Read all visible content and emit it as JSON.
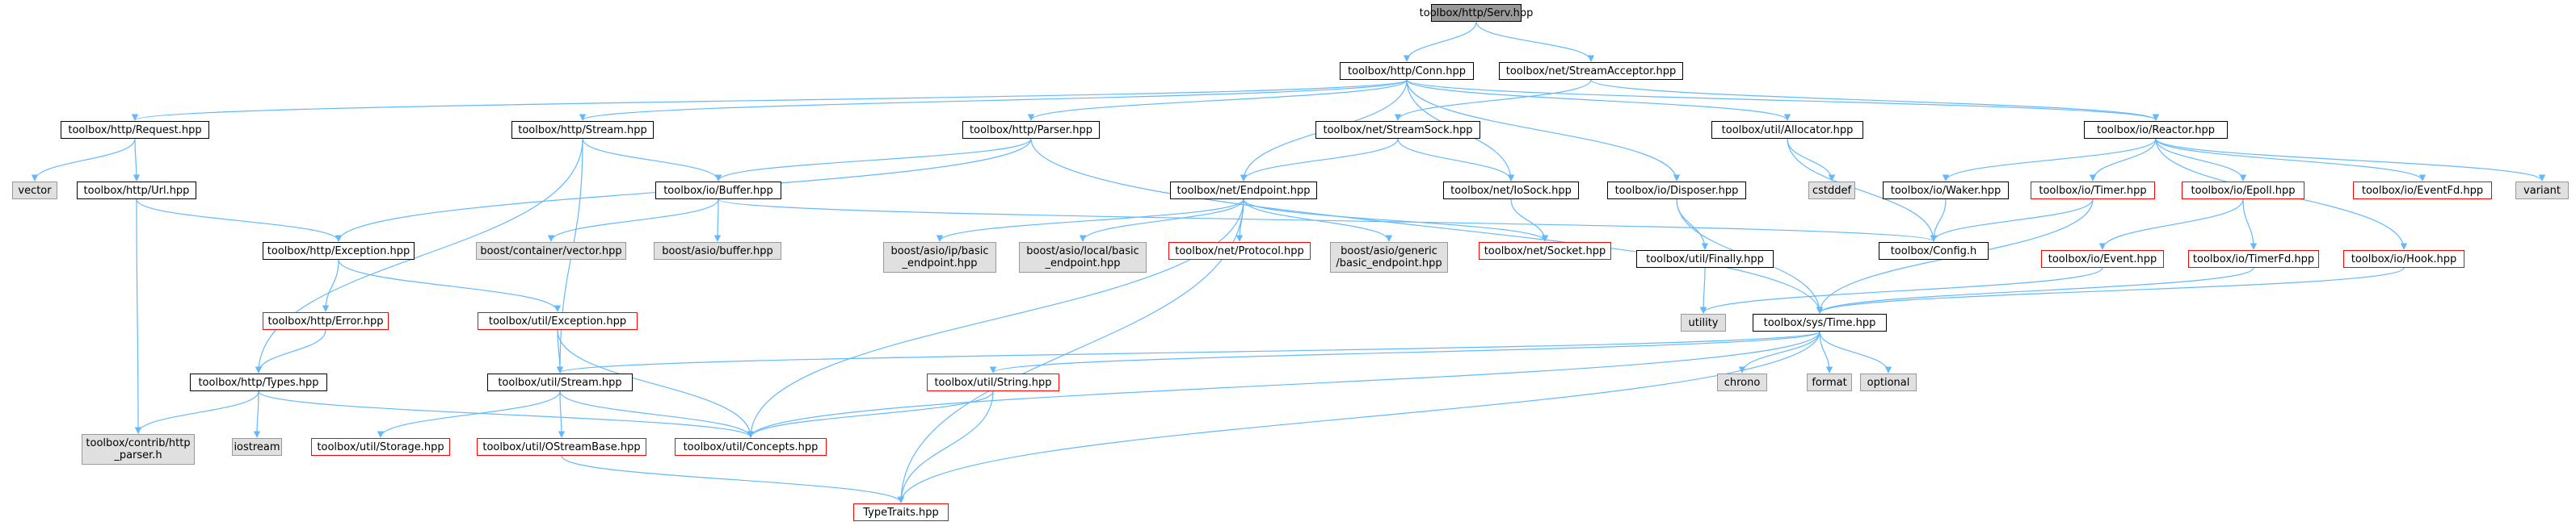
{
  "colors": {
    "edge": "#63b8ff",
    "root_fill": "#999999",
    "external_fill": "#e0e0e0",
    "external_border": "#999999",
    "truncated_border": "#ff0000"
  },
  "nodes": [
    {
      "id": "serv",
      "label": "toolbox/http/Serv.hpp",
      "kind": "root"
    },
    {
      "id": "conn",
      "label": "toolbox/http/Conn.hpp",
      "kind": "normal"
    },
    {
      "id": "sacc",
      "label": "toolbox/net/StreamAcceptor.hpp",
      "kind": "normal"
    },
    {
      "id": "req",
      "label": "toolbox/http/Request.hpp",
      "kind": "normal"
    },
    {
      "id": "hstream",
      "label": "toolbox/http/Stream.hpp",
      "kind": "normal"
    },
    {
      "id": "parser",
      "label": "toolbox/http/Parser.hpp",
      "kind": "normal"
    },
    {
      "id": "ssock",
      "label": "toolbox/net/StreamSock.hpp",
      "kind": "normal"
    },
    {
      "id": "alloc",
      "label": "toolbox/util/Allocator.hpp",
      "kind": "normal"
    },
    {
      "id": "reactor",
      "label": "toolbox/io/Reactor.hpp",
      "kind": "normal"
    },
    {
      "id": "vector",
      "label": "vector",
      "kind": "external"
    },
    {
      "id": "url",
      "label": "toolbox/http/Url.hpp",
      "kind": "normal"
    },
    {
      "id": "buffer",
      "label": "toolbox/io/Buffer.hpp",
      "kind": "normal"
    },
    {
      "id": "endpoint",
      "label": "toolbox/net/Endpoint.hpp",
      "kind": "normal"
    },
    {
      "id": "iosock",
      "label": "toolbox/net/IoSock.hpp",
      "kind": "normal"
    },
    {
      "id": "disposer",
      "label": "toolbox/io/Disposer.hpp",
      "kind": "normal"
    },
    {
      "id": "cstddef",
      "label": "cstddef",
      "kind": "external"
    },
    {
      "id": "waker",
      "label": "toolbox/io/Waker.hpp",
      "kind": "normal"
    },
    {
      "id": "timer",
      "label": "toolbox/io/Timer.hpp",
      "kind": "truncated"
    },
    {
      "id": "epoll",
      "label": "toolbox/io/Epoll.hpp",
      "kind": "truncated"
    },
    {
      "id": "eventfd",
      "label": "toolbox/io/EventFd.hpp",
      "kind": "truncated"
    },
    {
      "id": "variant",
      "label": "variant",
      "kind": "external"
    },
    {
      "id": "hexc",
      "label": "toolbox/http/Exception.hpp",
      "kind": "normal"
    },
    {
      "id": "bcvec",
      "label": "boost/container/vector.hpp",
      "kind": "external"
    },
    {
      "id": "babuf",
      "label": "boost/asio/buffer.hpp",
      "kind": "external"
    },
    {
      "id": "baip",
      "label": "boost/asio/ip/basic\n_endpoint.hpp",
      "kind": "external"
    },
    {
      "id": "balocal",
      "label": "boost/asio/local/basic\n_endpoint.hpp",
      "kind": "external"
    },
    {
      "id": "protocol",
      "label": "toolbox/net/Protocol.hpp",
      "kind": "truncated"
    },
    {
      "id": "bagen",
      "label": "boost/asio/generic\n/basic_endpoint.hpp",
      "kind": "external"
    },
    {
      "id": "socket",
      "label": "toolbox/net/Socket.hpp",
      "kind": "truncated"
    },
    {
      "id": "finally",
      "label": "toolbox/util/Finally.hpp",
      "kind": "normal"
    },
    {
      "id": "config",
      "label": "toolbox/Config.h",
      "kind": "normal"
    },
    {
      "id": "event",
      "label": "toolbox/io/Event.hpp",
      "kind": "truncated"
    },
    {
      "id": "timerfd",
      "label": "toolbox/io/TimerFd.hpp",
      "kind": "truncated"
    },
    {
      "id": "hook",
      "label": "toolbox/io/Hook.hpp",
      "kind": "truncated"
    },
    {
      "id": "herr",
      "label": "toolbox/http/Error.hpp",
      "kind": "truncated"
    },
    {
      "id": "uexc",
      "label": "toolbox/util/Exception.hpp",
      "kind": "truncated"
    },
    {
      "id": "utility",
      "label": "utility",
      "kind": "external"
    },
    {
      "id": "time",
      "label": "toolbox/sys/Time.hpp",
      "kind": "normal"
    },
    {
      "id": "types",
      "label": "toolbox/http/Types.hpp",
      "kind": "normal"
    },
    {
      "id": "ustream",
      "label": "toolbox/util/Stream.hpp",
      "kind": "normal"
    },
    {
      "id": "ustring",
      "label": "toolbox/util/String.hpp",
      "kind": "truncated"
    },
    {
      "id": "chrono",
      "label": "chrono",
      "kind": "external"
    },
    {
      "id": "format",
      "label": "format",
      "kind": "external"
    },
    {
      "id": "optional",
      "label": "optional",
      "kind": "external"
    },
    {
      "id": "hparser",
      "label": "toolbox/contrib/http\n_parser.h",
      "kind": "external"
    },
    {
      "id": "iostream",
      "label": "iostream",
      "kind": "external"
    },
    {
      "id": "storage",
      "label": "toolbox/util/Storage.hpp",
      "kind": "truncated"
    },
    {
      "id": "osb",
      "label": "toolbox/util/OStreamBase.hpp",
      "kind": "truncated"
    },
    {
      "id": "concepts",
      "label": "toolbox/util/Concepts.hpp",
      "kind": "truncated"
    },
    {
      "id": "traits",
      "label": "TypeTraits.hpp",
      "kind": "truncated"
    }
  ],
  "edges": [
    [
      "serv",
      "conn"
    ],
    [
      "serv",
      "sacc"
    ],
    [
      "conn",
      "req"
    ],
    [
      "conn",
      "hstream"
    ],
    [
      "conn",
      "parser"
    ],
    [
      "conn",
      "endpoint"
    ],
    [
      "conn",
      "iosock"
    ],
    [
      "conn",
      "disposer"
    ],
    [
      "conn",
      "alloc"
    ],
    [
      "conn",
      "reactor"
    ],
    [
      "sacc",
      "ssock"
    ],
    [
      "sacc",
      "reactor"
    ],
    [
      "req",
      "vector"
    ],
    [
      "req",
      "url"
    ],
    [
      "url",
      "hexc"
    ],
    [
      "url",
      "hparser"
    ],
    [
      "hstream",
      "buffer"
    ],
    [
      "hstream",
      "types"
    ],
    [
      "hstream",
      "ustream"
    ],
    [
      "parser",
      "hexc"
    ],
    [
      "parser",
      "buffer"
    ],
    [
      "parser",
      "time"
    ],
    [
      "ssock",
      "endpoint"
    ],
    [
      "ssock",
      "iosock"
    ],
    [
      "alloc",
      "cstddef"
    ],
    [
      "alloc",
      "config"
    ],
    [
      "reactor",
      "waker"
    ],
    [
      "reactor",
      "timer"
    ],
    [
      "reactor",
      "epoll"
    ],
    [
      "reactor",
      "eventfd"
    ],
    [
      "reactor",
      "hook"
    ],
    [
      "reactor",
      "variant"
    ],
    [
      "buffer",
      "bcvec"
    ],
    [
      "buffer",
      "babuf"
    ],
    [
      "buffer",
      "config"
    ],
    [
      "endpoint",
      "baip"
    ],
    [
      "endpoint",
      "balocal"
    ],
    [
      "endpoint",
      "protocol"
    ],
    [
      "endpoint",
      "bagen"
    ],
    [
      "endpoint",
      "socket"
    ],
    [
      "endpoint",
      "concepts"
    ],
    [
      "endpoint",
      "traits"
    ],
    [
      "iosock",
      "socket"
    ],
    [
      "disposer",
      "finally"
    ],
    [
      "disposer",
      "time"
    ],
    [
      "waker",
      "config"
    ],
    [
      "timer",
      "config"
    ],
    [
      "timer",
      "time"
    ],
    [
      "epoll",
      "event"
    ],
    [
      "epoll",
      "timerfd"
    ],
    [
      "event",
      "utility"
    ],
    [
      "timerfd",
      "time"
    ],
    [
      "hook",
      "time"
    ],
    [
      "finally",
      "utility"
    ],
    [
      "hexc",
      "herr"
    ],
    [
      "hexc",
      "uexc"
    ],
    [
      "herr",
      "types"
    ],
    [
      "uexc",
      "ustream"
    ],
    [
      "uexc",
      "concepts"
    ],
    [
      "time",
      "chrono"
    ],
    [
      "time",
      "format"
    ],
    [
      "time",
      "optional"
    ],
    [
      "time",
      "ustream"
    ],
    [
      "time",
      "ustring"
    ],
    [
      "time",
      "concepts"
    ],
    [
      "time",
      "traits"
    ],
    [
      "types",
      "hparser"
    ],
    [
      "types",
      "iostream"
    ],
    [
      "types",
      "concepts"
    ],
    [
      "ustream",
      "storage"
    ],
    [
      "ustream",
      "osb"
    ],
    [
      "ustream",
      "concepts"
    ],
    [
      "ustring",
      "concepts"
    ],
    [
      "ustring",
      "traits"
    ],
    [
      "osb",
      "traits"
    ]
  ]
}
